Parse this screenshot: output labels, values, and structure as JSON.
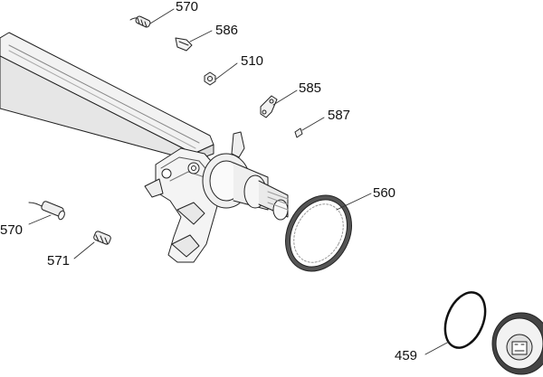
{
  "parts": [
    {
      "id": "p570a",
      "label": "570"
    },
    {
      "id": "p586",
      "label": "586"
    },
    {
      "id": "p510",
      "label": "510"
    },
    {
      "id": "p585",
      "label": "585"
    },
    {
      "id": "p587",
      "label": "587"
    },
    {
      "id": "p560",
      "label": "560"
    },
    {
      "id": "p570b",
      "label": "570"
    },
    {
      "id": "p571",
      "label": "571"
    },
    {
      "id": "p459",
      "label": "459"
    }
  ]
}
